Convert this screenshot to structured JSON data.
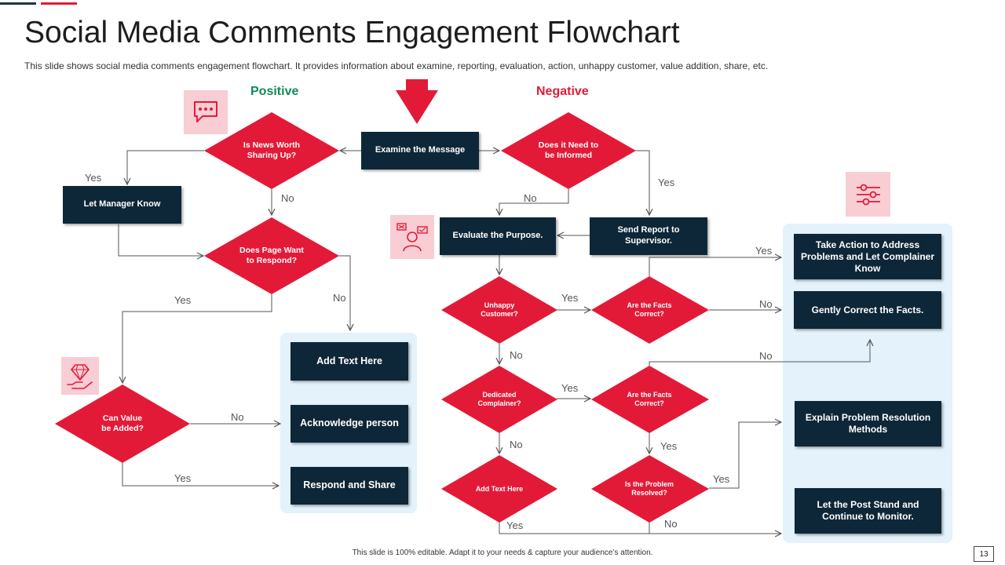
{
  "header": {
    "title": "Social Media Comments Engagement Flowchart",
    "subtitle": "This slide shows social media comments engagement flowchart. It provides information about examine, reporting, evaluation, action, unhappy customer, value addition, share, etc."
  },
  "columns": {
    "positive": "Positive",
    "negative": "Negative"
  },
  "colors": {
    "red": "#E31A37",
    "navy": "#0E2738",
    "green": "#118A5A",
    "panel": "#E3F2FB",
    "icon_bg": "#F8CDD4"
  },
  "icons": [
    "speech-bubble-icon",
    "person-chat-icon",
    "settings-sliders-icon",
    "diamond-hand-icon",
    "down-arrow-icon"
  ],
  "boxes": {
    "examine": "Examine the Message",
    "let_manager": "Let Manager Know",
    "evaluate": "Evaluate the Purpose.",
    "send_report": "Send Report to Supervisor.",
    "add_text_1": "Add Text Here",
    "acknowledge": "Acknowledge person",
    "respond_share": "Respond and Share",
    "take_action": "Take Action to Address Problems and Let Complainer Know",
    "gently_correct": "Gently Correct the Facts.",
    "explain": "Explain Problem Resolution Methods",
    "let_post": "Let the Post Stand and Continue to Monitor."
  },
  "decisions": {
    "news_worth": [
      "Is News Worth",
      "Sharing Up?"
    ],
    "need_inform": [
      "Does it Need to",
      "be Informed"
    ],
    "page_respond": [
      "Does Page Want",
      "to Respond?"
    ],
    "value_added": [
      "Can Value",
      "be Added?"
    ],
    "unhappy": [
      "Unhappy",
      "Customer?"
    ],
    "facts_1": [
      "Are the Facts",
      "Correct?"
    ],
    "dedicated": [
      "Dedicated",
      "Complainer?"
    ],
    "facts_2": [
      "Are the Facts",
      "Correct?"
    ],
    "add_text_2": [
      "Add Text Here"
    ],
    "problem_resolved": [
      "Is the Problem",
      "Resolved?"
    ]
  },
  "connector_labels": {
    "yes": "Yes",
    "no": "No"
  },
  "footer": {
    "note": "This slide is 100% editable. Adapt it to your needs & capture your audience’s attention.",
    "page_number": "13"
  }
}
